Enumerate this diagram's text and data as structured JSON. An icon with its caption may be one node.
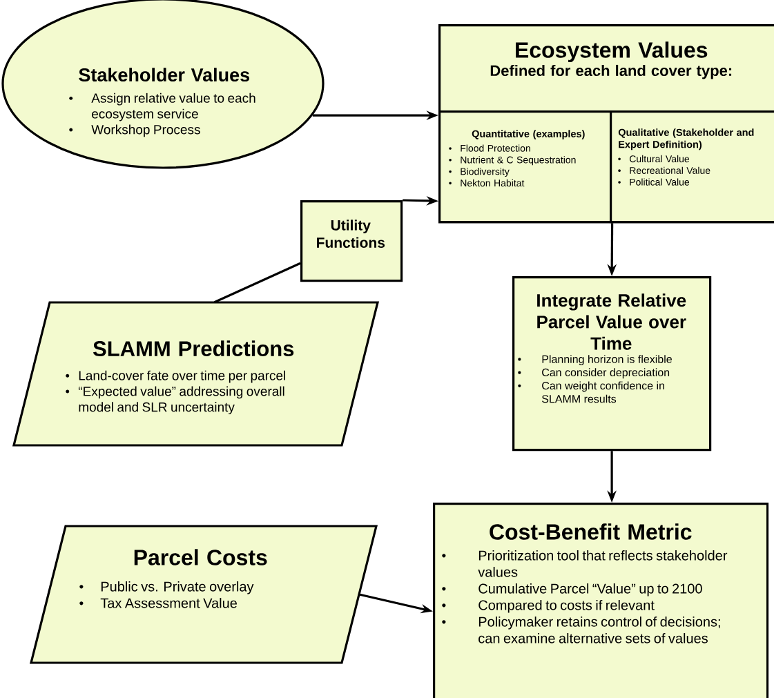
{
  "diagram": {
    "nodes": [
      {
        "text": [
          "Stakeholder Values",
          "Assign relative value to each ecosystem service",
          "Workshop Process"
        ]
      },
      {
        "text": [
          "Ecosystem Values",
          "Defined for each land cover type:"
        ]
      },
      {
        "text": [
          "Quantitative (examples)",
          "Flood Protection",
          "Nutrient & C Sequestration",
          "Biodiversity",
          "Nekton Habitat"
        ],
        "in": 1
      },
      {
        "text": [
          "Qualitative (Stakeholder and Expert Definition)",
          "Cultural Value",
          "Recreational Value",
          "Political Value"
        ],
        "in": 1
      },
      {
        "text": [
          "Utility Functions"
        ]
      },
      {
        "text": [
          "SLAMM Predictions",
          "Land-cover fate over time per parcel",
          "“Expected value” addressing overall model and SLR uncertainty"
        ]
      },
      {
        "text": [
          "Integrate Relative Parcel Value over Time",
          "Planning horizon is  flexible",
          "Can consider depreciation",
          "Can weight confidence in SLAMM results"
        ]
      },
      {
        "text": [
          "Parcel Costs",
          "Public vs. Private overlay",
          "Tax Assessment Value"
        ]
      },
      {
        "text": [
          "Cost-Benefit Metric",
          "Prioritization tool that reflects stakeholder values",
          "Cumulative Parcel “Value” up to 2100",
          "Compared to costs if relevant",
          "Policymaker retains control of decisions; can examine alternative sets of values"
        ]
      }
    ],
    "edges": [
      {
        "from": 0,
        "to": 1,
        "arrow": "to"
      },
      {
        "from": 4,
        "to": 1,
        "arrow": "to"
      },
      {
        "from": 5,
        "to": 4,
        "arrow": "none"
      },
      {
        "from": 1,
        "to": 6,
        "arrow": "to"
      },
      {
        "from": 6,
        "to": 8,
        "arrow": "to"
      },
      {
        "from": 7,
        "to": 8,
        "arrow": "to"
      }
    ]
  }
}
